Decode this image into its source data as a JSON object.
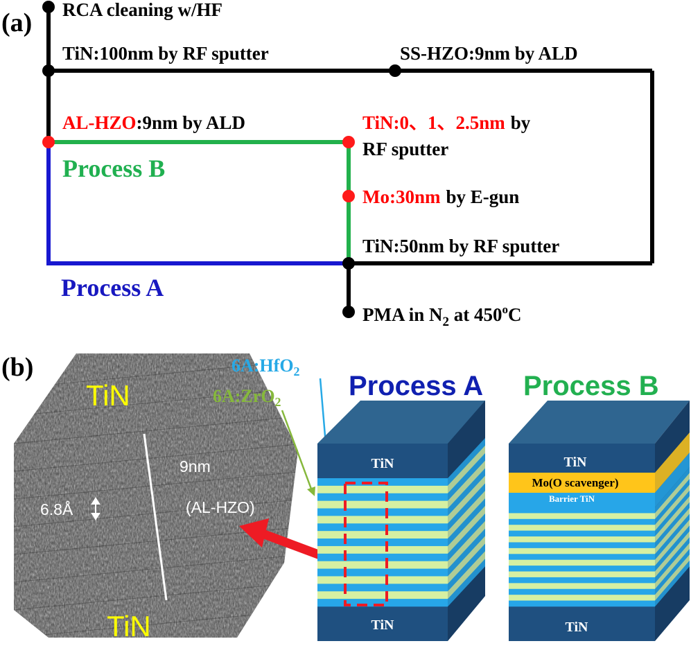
{
  "panel_a": {
    "label": "(a)",
    "steps": {
      "rca": "RCA cleaning w/HF",
      "tin100": "TiN:100nm by RF sputter",
      "sshzo": "SS-HZO:9nm by ALD",
      "alhzo_red": "AL-HZO",
      "alhzo_rest": ":9nm by ALD",
      "tin_thin_red": "TiN:0、1、2.5nm",
      "tin_thin_by": "by",
      "tin_thin_line2": "RF sputter",
      "mo_red": "Mo:30nm",
      "mo_rest": "by E-gun",
      "tin50": "TiN:50nm by RF sputter",
      "pma_pre": "PMA in N",
      "pma_sub": "2",
      "pma_mid": " at 450",
      "pma_sup": "o",
      "pma_end": "C"
    },
    "process_a": "Process A",
    "process_b": "Process B"
  },
  "panel_b": {
    "label": "(b)",
    "tem": {
      "tin_top": "TiN",
      "tin_bottom": "TiN",
      "thickness": "9nm",
      "film": "(AL-HZO)",
      "spacing": "6.8Å"
    },
    "legend_hfo2_pre": "6A:HfO",
    "legend_hfo2_sub": "2",
    "legend_zro2_pre": "6A:ZrO",
    "legend_zro2_sub": "2",
    "stack_a": {
      "title": "Process A",
      "tin_top": "TiN",
      "tin_bottom": "TiN"
    },
    "stack_b": {
      "title": "Process B",
      "tin_top": "TiN",
      "mo": "Mo(O scavenger)",
      "barrier": "Barrier TiN",
      "tin_bottom": "TiN"
    }
  },
  "colors": {
    "black": "#000000",
    "red_text": "#ff0000",
    "red_dot": "#ff1a1a",
    "green_line": "#22b14c",
    "process_b_text": "#20b050",
    "process_a_text": "#1818c0",
    "blue_line": "#1818d0",
    "tin_yellow": "#ffff00",
    "hfo2_blue": "#27a9e6",
    "zro2_green": "#86b83c",
    "stack_navy_front": "#1f5080",
    "stack_navy_top": "#2f6590",
    "stack_navy_side": "#173c63",
    "layer_blue": "#27a6e8",
    "layer_light": "#d6f0a2",
    "mo_gold": "#ffc51a",
    "title_blue": "#1020b0",
    "title_green": "#22b050",
    "dashed_red": "#ee1b24",
    "arrow_red": "#ee1b24"
  }
}
